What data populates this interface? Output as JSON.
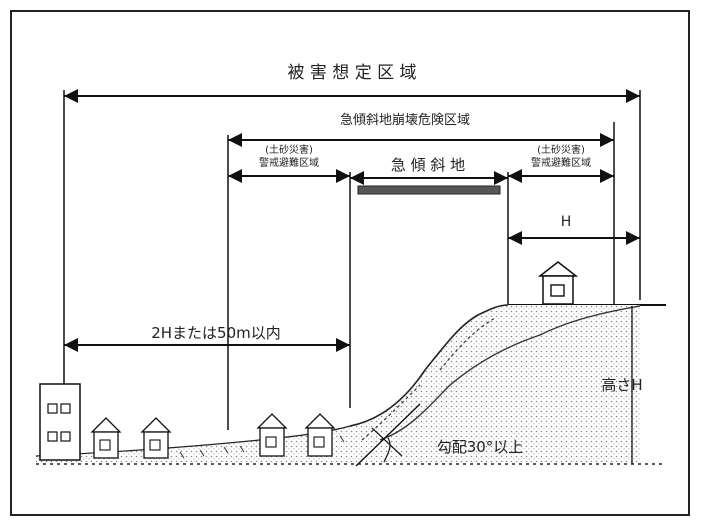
{
  "labels": {
    "hazard_area": "被 害 想 定 区 域",
    "steep_slope_collapse_area": "急傾斜地崩壊危険区域",
    "steep_slope_land": "急 傾 斜 地",
    "left_zone_line1": "(土砂災害)",
    "left_zone_line2": "警戒避難区域",
    "right_zone_line1": "(土砂災害)",
    "right_zone_line2": "警戒避難区域",
    "height_symbol": "H",
    "within_2h_50m": "2Hまたは50m以内",
    "height_h": "高さH",
    "gradient": "勾配30°以上"
  }
}
